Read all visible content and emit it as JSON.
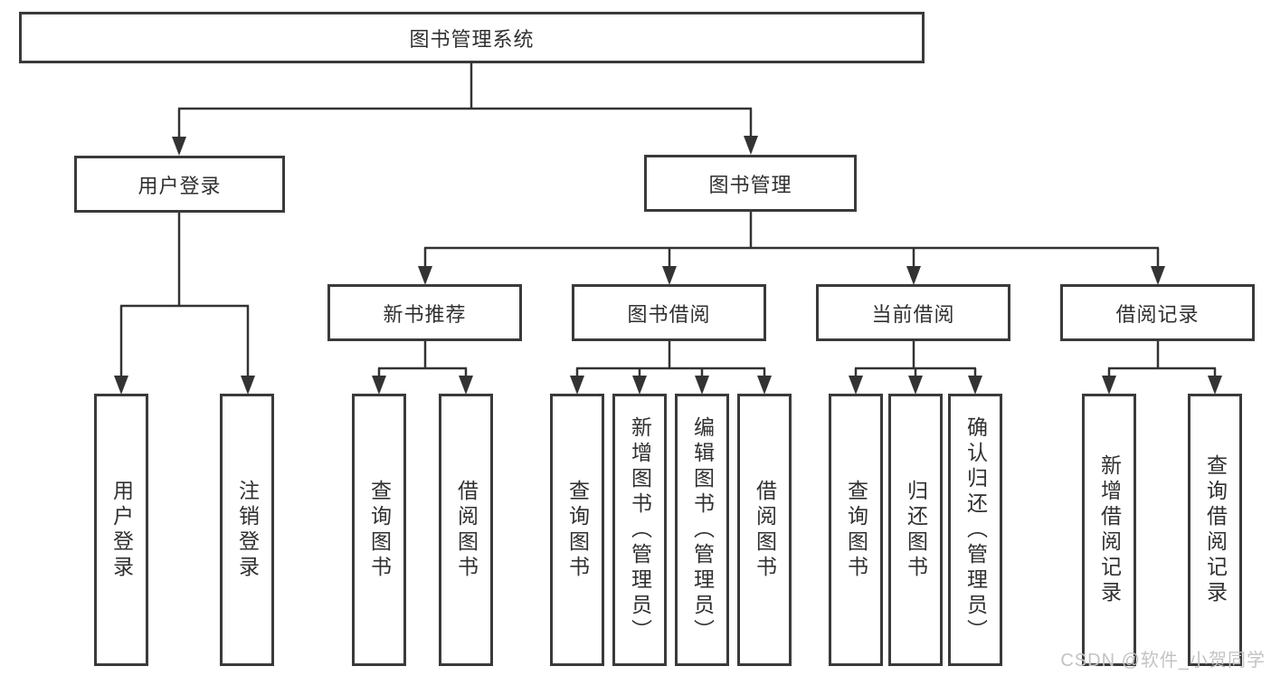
{
  "diagram": {
    "root": {
      "label": "图书管理系统"
    },
    "branches": [
      {
        "label": "用户登录",
        "children": [
          {
            "label": "用户登录"
          },
          {
            "label": "注销登录"
          }
        ]
      },
      {
        "label": "图书管理",
        "children": [
          {
            "label": "新书推荐",
            "children": [
              {
                "label": "查询图书"
              },
              {
                "label": "借阅图书"
              }
            ]
          },
          {
            "label": "图书借阅",
            "children": [
              {
                "label": "查询图书"
              },
              {
                "label": "新增图书（管理员）"
              },
              {
                "label": "编辑图书（管理员）"
              },
              {
                "label": "借阅图书"
              }
            ]
          },
          {
            "label": "当前借阅",
            "children": [
              {
                "label": "查询图书"
              },
              {
                "label": "归还图书"
              },
              {
                "label": "确认归还（管理员）"
              }
            ]
          },
          {
            "label": "借阅记录",
            "children": [
              {
                "label": "新增借阅记录"
              },
              {
                "label": "查询借阅记录"
              }
            ]
          }
        ]
      }
    ]
  },
  "watermark": {
    "text": "CSDN @软件_小贺同学"
  },
  "colors": {
    "background": "#ffffff",
    "box_border": "#3a3a3a",
    "connector_line": "#333333",
    "text": "#303030",
    "watermark": "#c3c3c3"
  }
}
